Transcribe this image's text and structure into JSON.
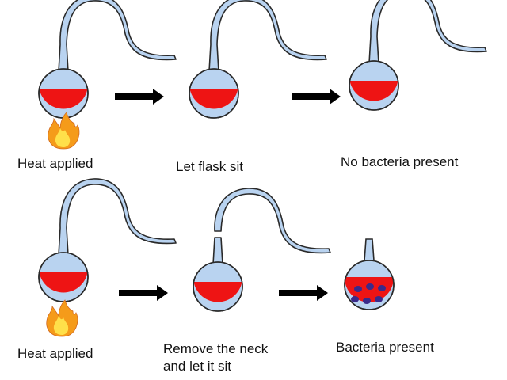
{
  "colors": {
    "glass": "#b9d3f0",
    "outline": "#2a2a2a",
    "liquid": "#ee1414",
    "bacteria": "#3a2a8a",
    "arrow": "#000000",
    "flame_outer": "#f59b1a",
    "flame_inner": "#ffe04a"
  },
  "icons": [
    "flask-icon",
    "flame-icon",
    "arrow-right-icon",
    "bacteria-dot-icon"
  ],
  "steps": {
    "top": {
      "heat": "Heat applied",
      "sit": "Let flask sit",
      "result": "No bacteria present"
    },
    "bottom": {
      "heat": "Heat applied",
      "remove_line1": "Remove the neck",
      "remove_line2": "and let it sit",
      "result": "Bacteria present"
    }
  }
}
